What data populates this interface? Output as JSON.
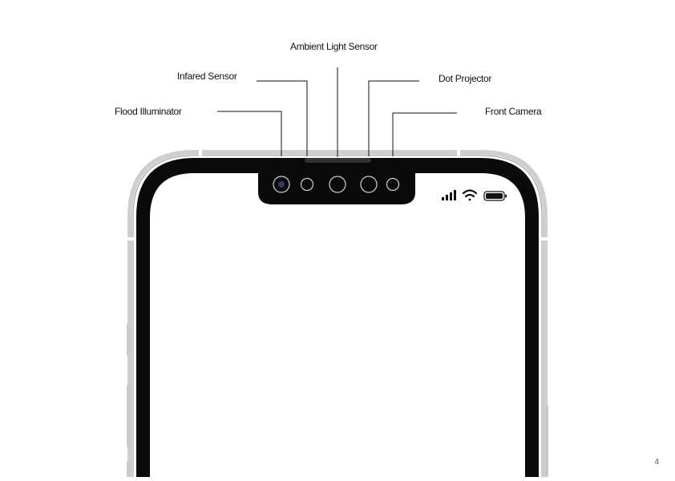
{
  "diagram": {
    "labels": {
      "ambient_light_sensor": "Ambient Light Sensor",
      "infrared_sensor": "Infared Sensor",
      "dot_projector": "Dot Projector",
      "flood_illuminator": "Flood Illuminator",
      "front_camera": "Front Camera"
    },
    "page_number": "4",
    "colors": {
      "bezel": "#0a0a0a",
      "frame": "#d9d9d9",
      "line": "#111111"
    },
    "icons": [
      "signal-bars-icon",
      "wifi-icon",
      "battery-icon"
    ]
  }
}
